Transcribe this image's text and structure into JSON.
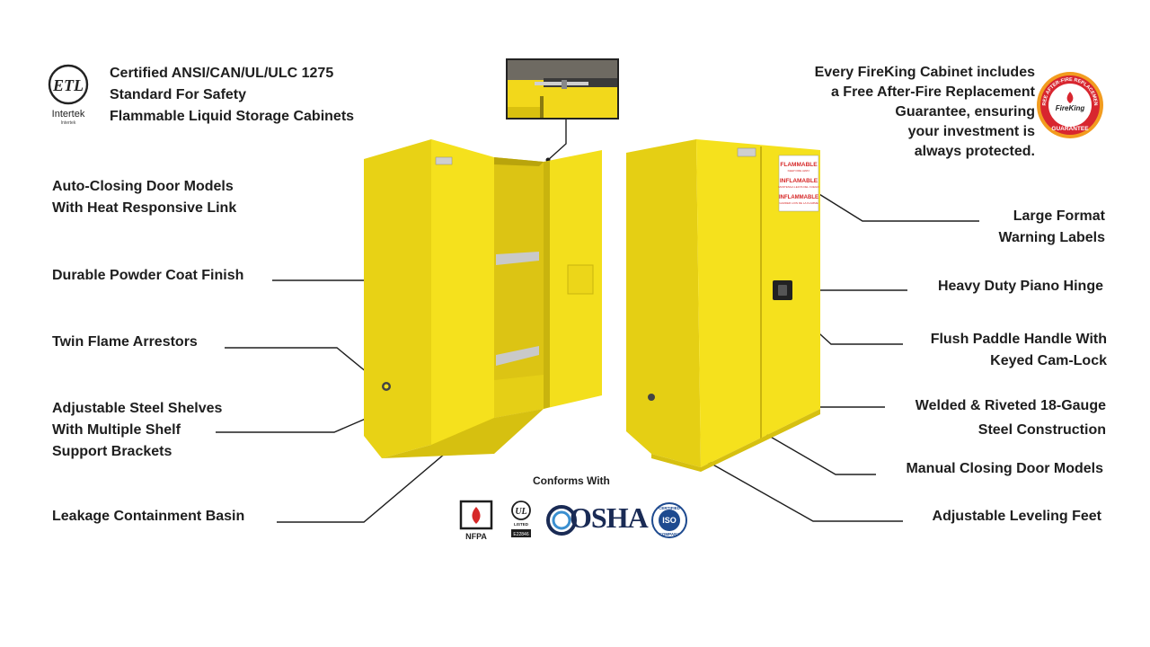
{
  "certification": {
    "logo_main": "ETL",
    "logo_sub": "Intertek",
    "logo_tiny": "Intertek",
    "lines": [
      "Certified ANSI/CAN/UL/ULC 1275",
      "Standard For Safety",
      "Flammable Liquid Storage Cabinets"
    ]
  },
  "guarantee": {
    "lines": [
      "Every FireKing Cabinet includes",
      "a Free After-Fire Replacement",
      "Guarantee, ensuring",
      "your investment is",
      "always protected."
    ],
    "badge_brand": "FireKing",
    "badge_word": "GUARANTEE",
    "badge_arc": "FREE AFTER-FIRE REPLACEMENT"
  },
  "callouts_left": {
    "auto_closing": [
      "Auto-Closing Door Models",
      "With Heat Responsive Link"
    ],
    "powder_coat": [
      "Durable Powder Coat Finish"
    ],
    "flame_arrestors": [
      "Twin Flame Arrestors"
    ],
    "shelves": [
      "Adjustable Steel Shelves",
      "With Multiple Shelf",
      "Support Brackets"
    ],
    "basin": [
      "Leakage Containment Basin"
    ]
  },
  "callouts_right": {
    "warning_labels": [
      "Large Format",
      "Warning Labels"
    ],
    "piano_hinge": [
      "Heavy Duty Piano Hinge"
    ],
    "paddle_handle": [
      "Flush Paddle Handle With",
      "Keyed Cam-Lock"
    ],
    "welded": [
      "Welded & Riveted 18-Gauge",
      "Steel Construction"
    ],
    "manual_closing": [
      "Manual Closing Door Models"
    ],
    "leveling_feet": [
      "Adjustable Leveling Feet"
    ]
  },
  "warning_sign": [
    "FLAMMABLE",
    "KEEP FIRE AWAY",
    "INFLAMABLE",
    "MANTENGA LEJOS DEL FUEGO",
    "INFLAMMABLE",
    "GARDER LOIN DE LA FLAMME"
  ],
  "conforms": {
    "heading": "Conforms With",
    "nfpa": "NFPA",
    "ul_top": "UL",
    "ul_small": "LISTED",
    "ul_code": "E22846",
    "osha": "OSHA",
    "iso_top": "CERTIFIED",
    "iso_mid": "ISO",
    "iso_bottom": "COMPANY"
  },
  "colors": {
    "cabinet_yellow": "#f5e11d",
    "cabinet_shade": "#d9c40e",
    "warning_red": "#d62828",
    "osha_navy": "#1a2b55",
    "badge_red": "#d8262f",
    "badge_orange": "#f29c1f"
  }
}
